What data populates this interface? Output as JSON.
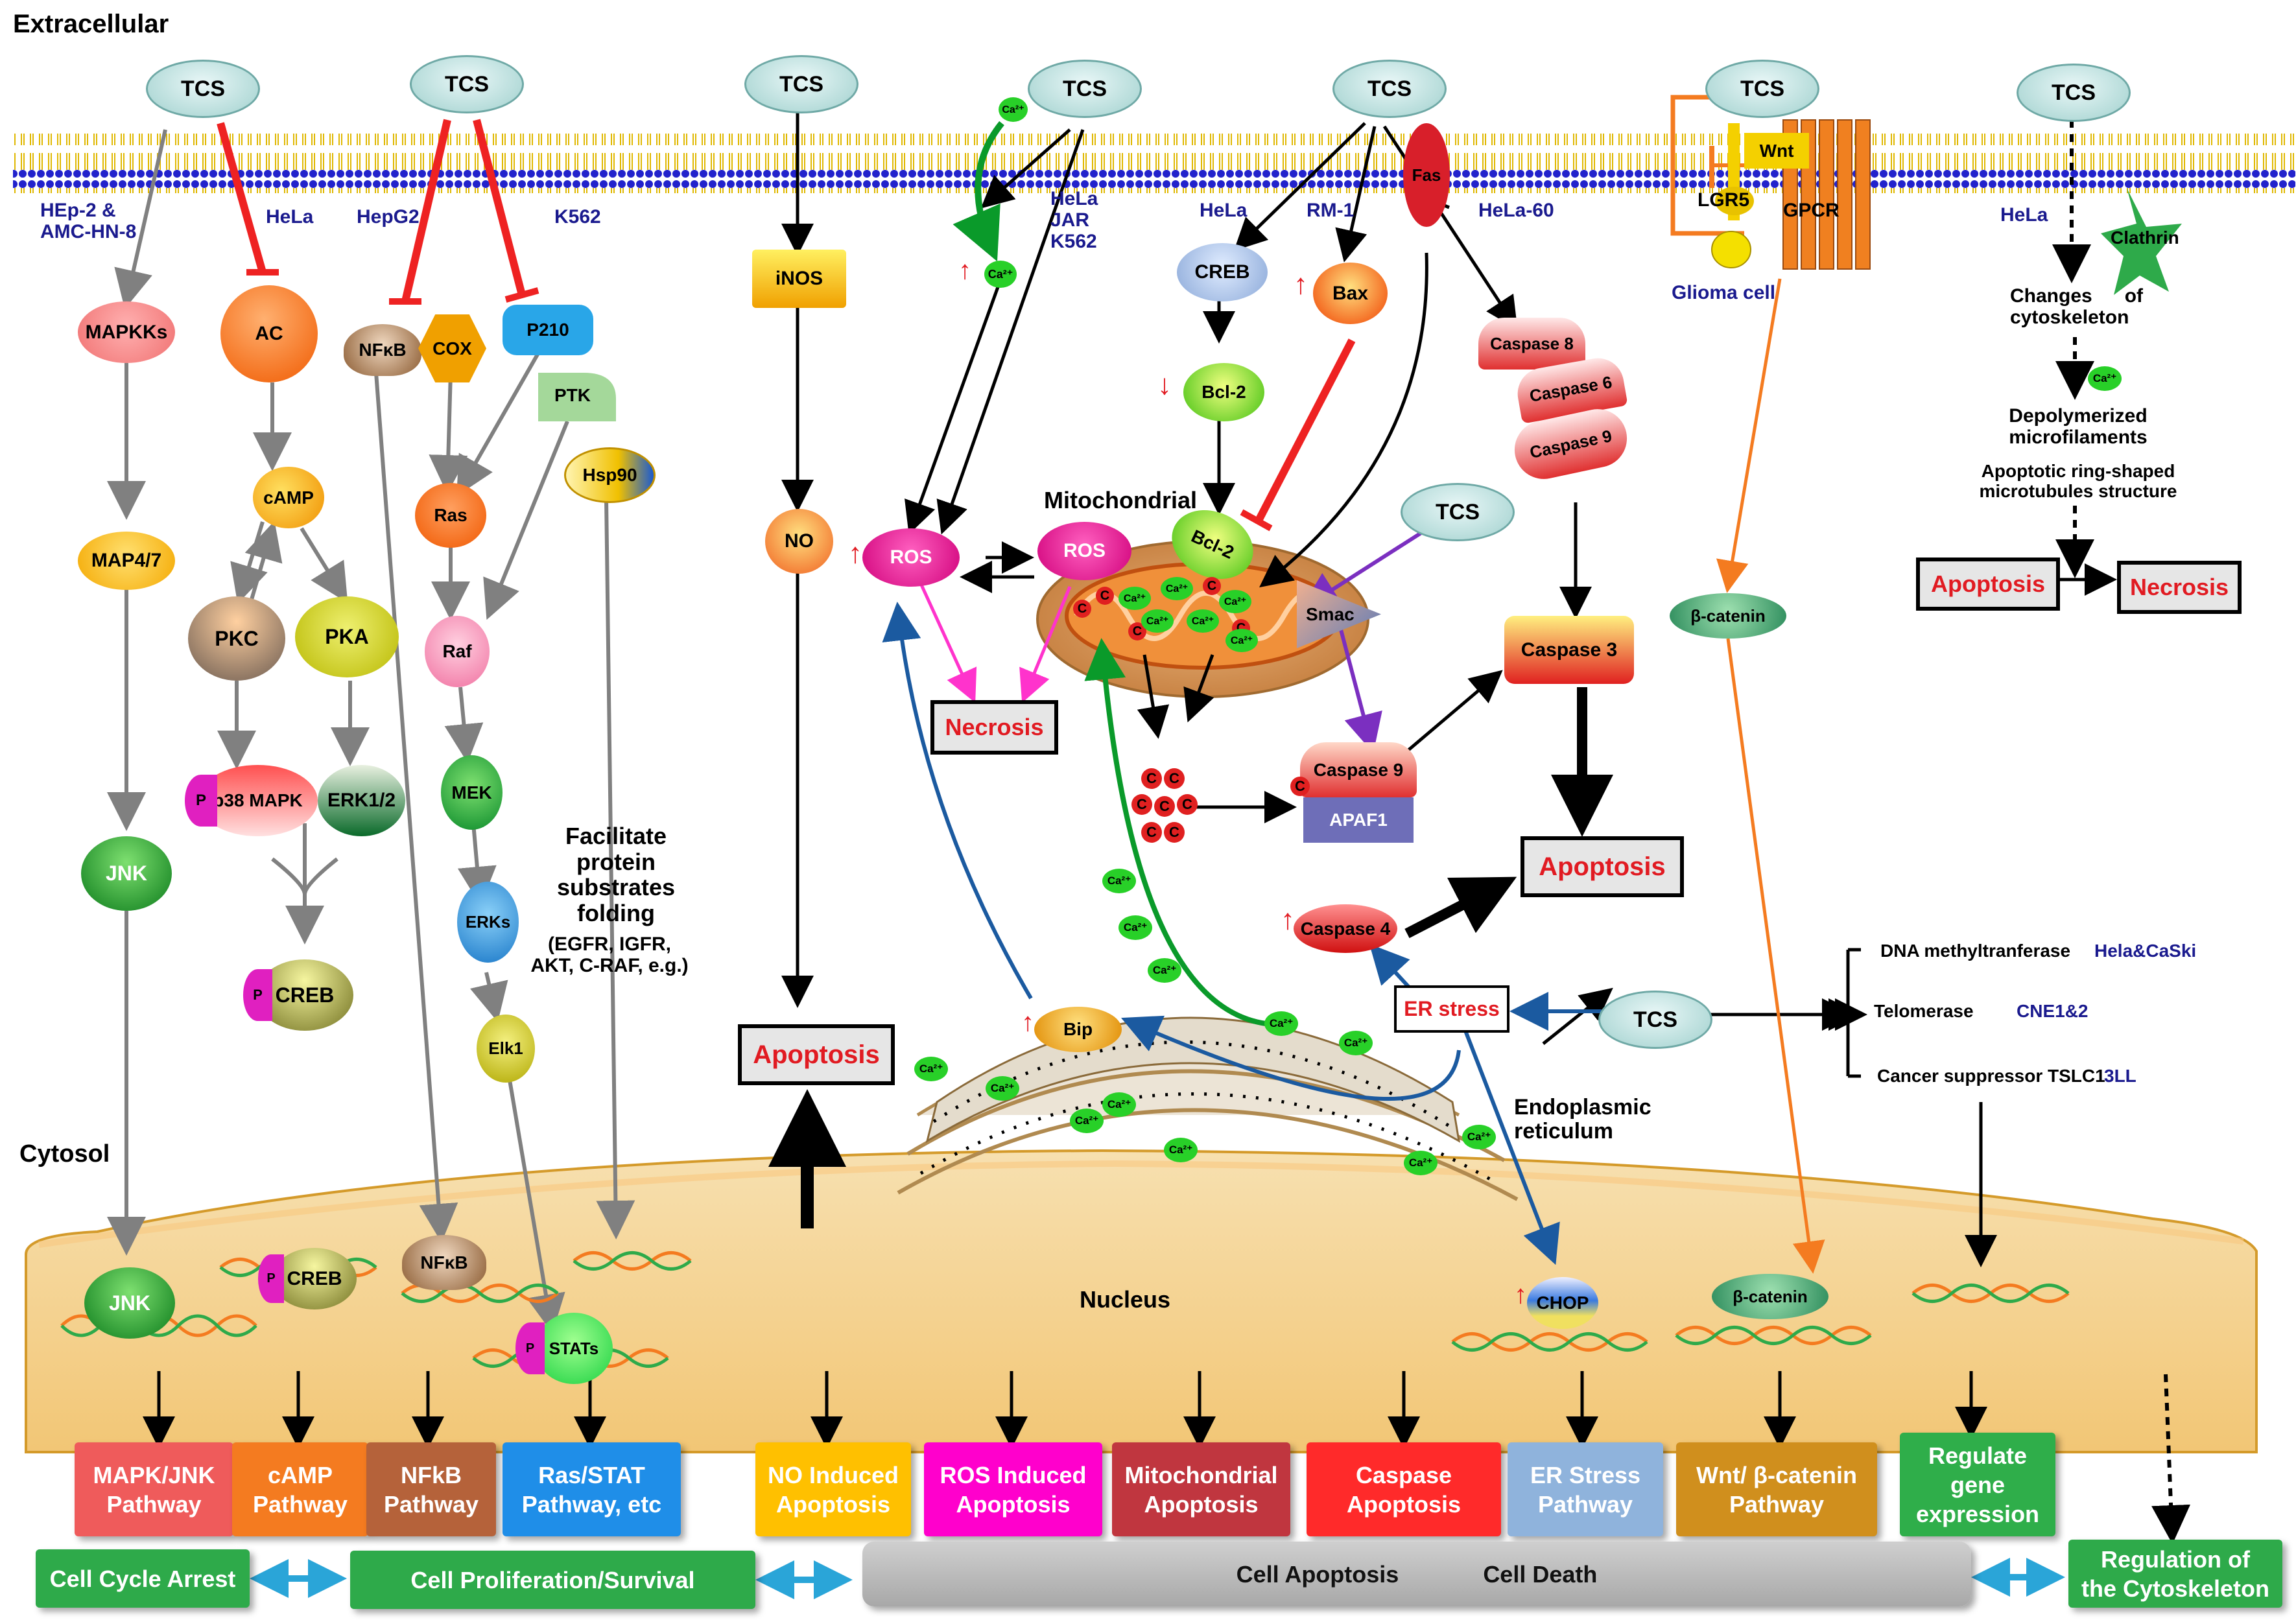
{
  "regions": {
    "extracellular": "Extracellular",
    "cytosol": "Cytosol",
    "nucleus": "Nucleus",
    "mitochondrial": "Mitochondrial",
    "er": "Endoplasmic\nreticulum"
  },
  "tcs_label": "TCS",
  "cell_lines": {
    "hep2": "HEp-2 &\nAMC-HN-8",
    "hela1": "HeLa",
    "hepg2": "HepG2",
    "k562": "K562",
    "hela_jar_k562": "HeLa\nJAR\nK562",
    "hela2": "HeLa",
    "rm1": "RM-1",
    "hela60": "HeLa-60",
    "glioma": "Glioma cell",
    "hela3": "HeLa"
  },
  "nodes": {
    "mapkks": "MAPKKs",
    "map47": "MAP4/7",
    "jnk": "JNK",
    "ac": "AC",
    "camp": "cAMP",
    "pkc": "PKC",
    "pka": "PKA",
    "p38": "p38 MAPK",
    "erk12": "ERK1/2",
    "creb": "CREB",
    "nfkb": "NFκB",
    "cox": "COX",
    "p210": "P210",
    "ptk": "PTK",
    "hsp90": "Hsp90",
    "ras": "Ras",
    "raf": "Raf",
    "mek": "MEK",
    "erks": "ERKs",
    "elk1": "Elk1",
    "inos": "iNOS",
    "no": "NO",
    "ros": "ROS",
    "ca": "Ca²⁺",
    "bcl2": "Bcl-2",
    "bax": "Bax",
    "fas": "Fas",
    "caspase8": "Caspase 8",
    "caspase6": "Caspase 6",
    "caspase9": "Caspase 9",
    "caspase3": "Caspase 3",
    "caspase4": "Caspase 4",
    "smac": "Smac",
    "apaf1": "APAF1",
    "cytc": "C",
    "wnt": "Wnt",
    "lgr5": "LGR5",
    "gpcr": "GPCR",
    "beta_catenin": "β-catenin",
    "clathrin": "Clathrin",
    "bip": "Bip",
    "er_stress": "ER stress",
    "chop": "CHOP",
    "stats": "STATs",
    "p": "P"
  },
  "texts": {
    "facilitate": "Facilitate\nprotein\nsubstrates\nfolding",
    "facilitate_examples": "(EGFR, IGFR,\nAKT, C-RAF, e.g.)",
    "cytoskeleton_change": "Changes      of\ncytoskeleton",
    "depolymerized": "Depolymerized\nmicrofilaments",
    "apoptotic_ring": "Apoptotic ring-shaped\nmicrotubules structure",
    "apoptosis": "Apoptosis",
    "necrosis": "Necrosis",
    "dna_meth": "DNA methyltranferase",
    "dna_meth_cells": "Hela&CaSki",
    "telomerase": "Telomerase",
    "telomerase_cells": "CNE1&2",
    "cancer_supp": "Cancer suppressor TSLC1",
    "cancer_supp_cells": "3LL"
  },
  "pathways": [
    {
      "label": "MAPK/JNK\nPathway",
      "color": "#ef5b5b"
    },
    {
      "label": "cAMP\nPathway",
      "color": "#f47b20"
    },
    {
      "label": "NFkB\nPathway",
      "color": "#b5623a"
    },
    {
      "label": "Ras/STAT\nPathway, etc",
      "color": "#1f8ee8"
    },
    {
      "label": "NO Induced\nApoptosis",
      "color": "#ffc000"
    },
    {
      "label": "ROS Induced\nApoptosis",
      "color": "#ff00cc"
    },
    {
      "label": "Mitochondrial\nApoptosis",
      "color": "#c0363f"
    },
    {
      "label": "Caspase\nApoptosis",
      "color": "#ff2a2a"
    },
    {
      "label": "ER Stress\nPathway",
      "color": "#8fb3dc"
    },
    {
      "label": "Wnt/ β-catenin\nPathway",
      "color": "#d08f1d"
    },
    {
      "label": "Regulate\ngene\nexpression",
      "color": "#2fae4a"
    }
  ],
  "outcomes": {
    "cell_cycle_arrest": "Cell Cycle Arrest",
    "proliferation": "Cell Proliferation/Survival",
    "cell_apoptosis": "Cell Apoptosis",
    "cell_death": "Cell Death",
    "cytoskeleton_reg": "Regulation of\nthe Cytoskeleton"
  },
  "colors": {
    "membrane_head": "#2222cc",
    "membrane_tail": "#f2d21a",
    "nucleus": "#f6d8a0",
    "inhibit": "#ee2222",
    "arrow": "#808080",
    "outcome_green": "#2eaa4a",
    "outcome_gray": "#b5b5b5",
    "double_arrow": "#2aa5d8"
  }
}
